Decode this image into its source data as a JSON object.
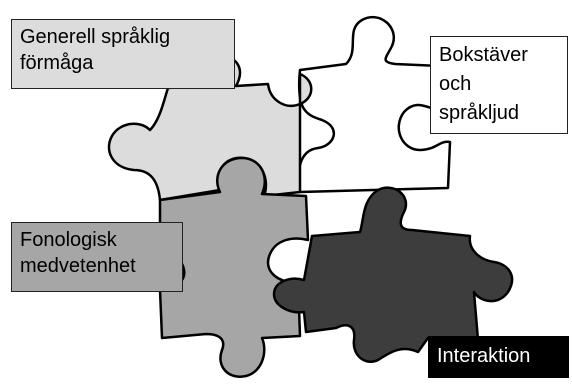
{
  "pieces": [
    {
      "id": "generell",
      "label": "Generell språklig\nförmåga",
      "fill": "#dcdcdc"
    },
    {
      "id": "bokstaver",
      "label": "Bokstäver\noch\nspråkljud",
      "fill": "#ffffff"
    },
    {
      "id": "fonologisk",
      "label": "Fonologisk\nmedvetenhet",
      "fill": "#a6a6a6"
    },
    {
      "id": "interaktion",
      "label": "Interaktion",
      "fill": "#3d3d3d"
    }
  ],
  "colors": {
    "outline": "#000000"
  }
}
